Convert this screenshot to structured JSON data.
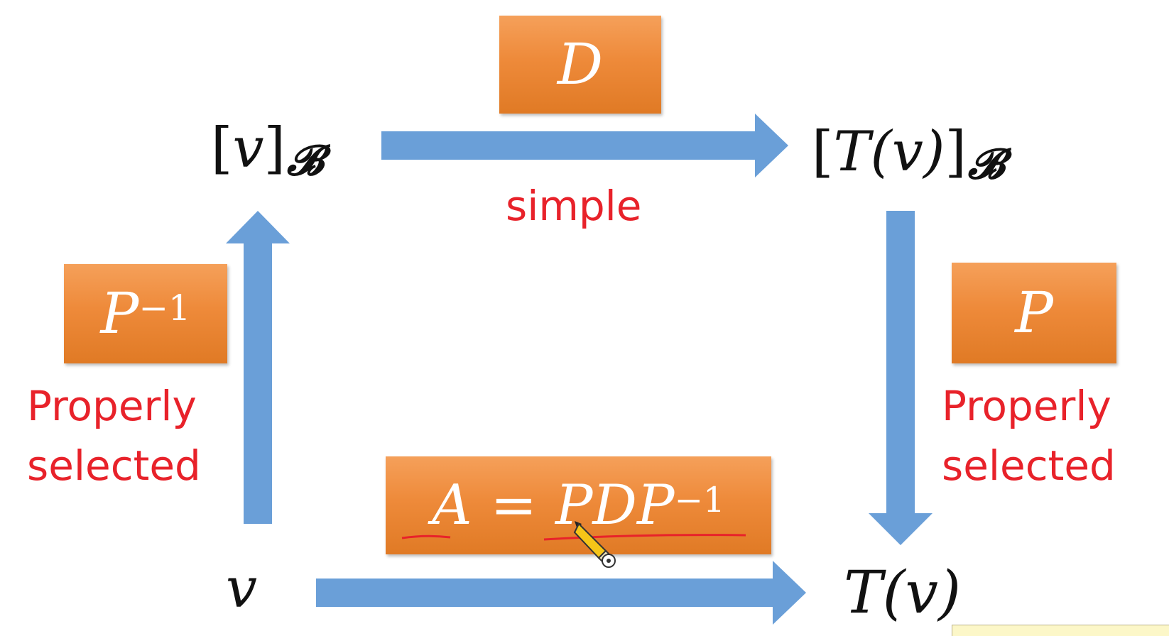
{
  "nodes": {
    "top_left": {
      "bracket_open": "[",
      "var": "v",
      "bracket_close": "]",
      "basis": "𝓑"
    },
    "top_right": {
      "bracket_open": "[",
      "var": "T(v)",
      "bracket_close": "]",
      "basis": "𝓑"
    },
    "bottom_left": {
      "var": "v"
    },
    "bottom_right": {
      "var": "T(v)"
    }
  },
  "boxes": {
    "top": {
      "text": "D"
    },
    "left": {
      "base": "P",
      "exp": "−1"
    },
    "right": {
      "text": "P"
    },
    "bottom": {
      "lhs": "A",
      "eq": "=",
      "rhs": "PDP",
      "exp": "−1"
    }
  },
  "labels": {
    "top": "simple",
    "left": [
      "Properly",
      "selected"
    ],
    "right": [
      "Properly",
      "selected"
    ]
  },
  "colors": {
    "arrow": "#6a9fd8",
    "box": "#ee8a3a",
    "label": "#e8222a",
    "underline": "#e8222a"
  },
  "icons": {
    "cursor": "pencil-cursor-icon"
  }
}
